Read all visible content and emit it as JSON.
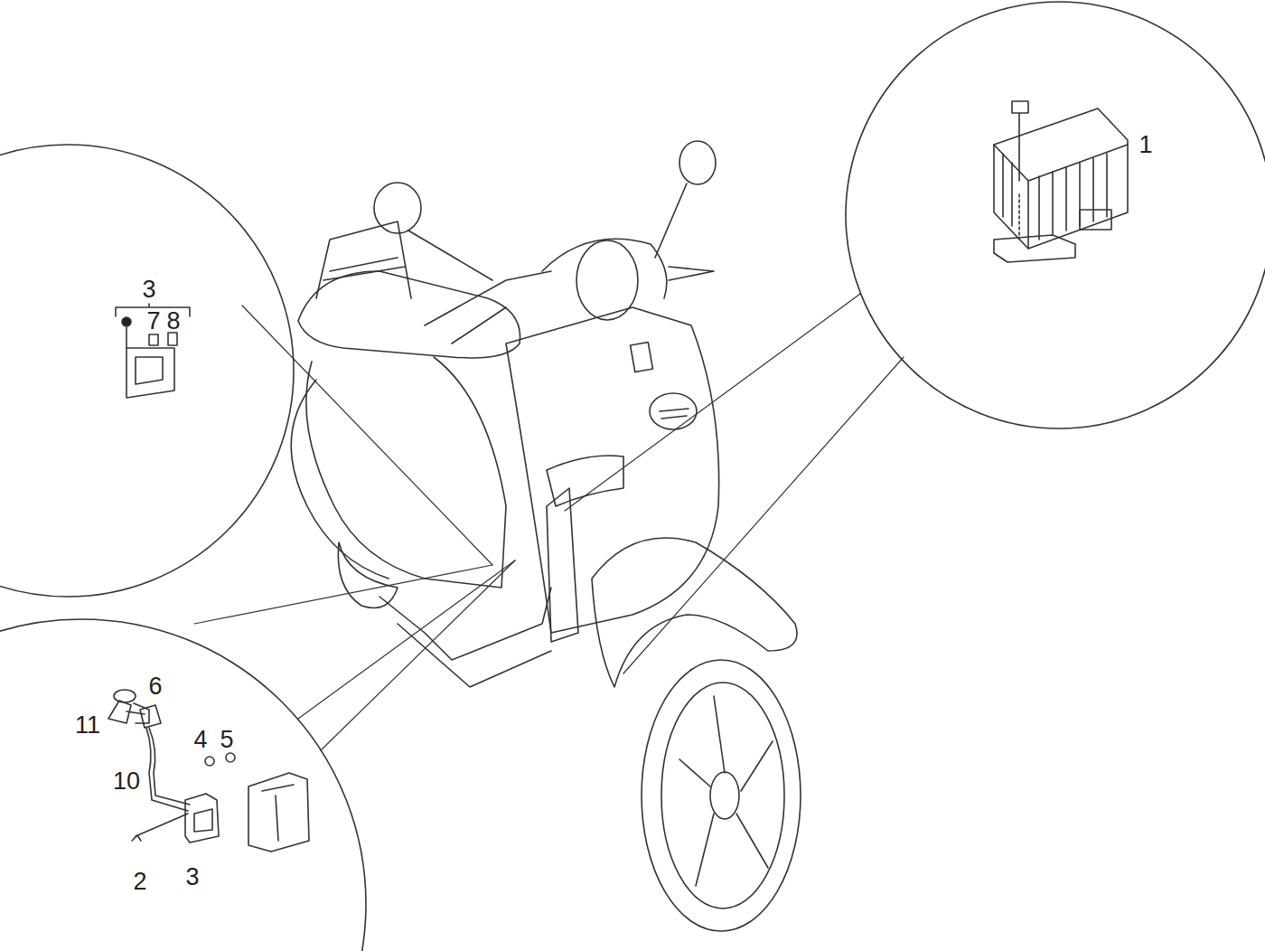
{
  "diagram": {
    "labels": [
      "1",
      "3",
      "7",
      "8",
      "6",
      "11",
      "10",
      "4",
      "5",
      "2",
      "3"
    ]
  }
}
